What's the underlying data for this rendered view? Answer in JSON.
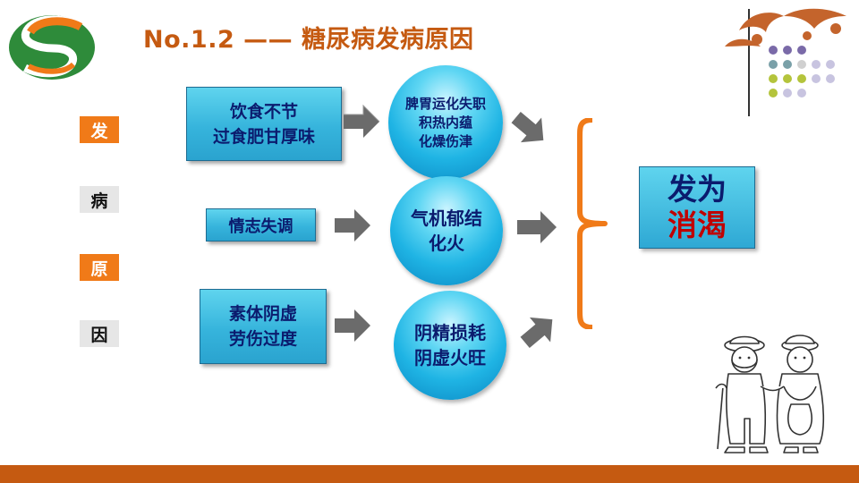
{
  "title": "No.1.2 —— 糖尿病发病原因",
  "side_labels": [
    "发",
    "病",
    "原",
    "因"
  ],
  "causes": [
    {
      "line1": "饮食不节",
      "line2": "过食肥甘厚味"
    },
    {
      "line1": "情志失调",
      "line2": ""
    },
    {
      "line1": "素体阴虚",
      "line2": "劳伤过度"
    }
  ],
  "mechanisms": [
    {
      "lines": [
        "脾胃运化失职",
        "积热内蕴",
        "化燥伤津"
      ]
    },
    {
      "lines": [
        "气机郁结",
        "化火"
      ]
    },
    {
      "lines": [
        "阴精损耗",
        "阴虚火旺"
      ]
    }
  ],
  "result": {
    "line1": "发为",
    "line2": "消渴"
  },
  "colors": {
    "accent_orange": "#f07a18",
    "title_brown": "#c55a11",
    "box_blue": "#36b4dc",
    "text_navy": "#0b1b6e",
    "text_red": "#c00000"
  },
  "icons": [
    "logo-s-icon",
    "arrow-right-icon",
    "curly-brace-icon",
    "ornament-dots-icon",
    "elderly-couple-illustration"
  ]
}
